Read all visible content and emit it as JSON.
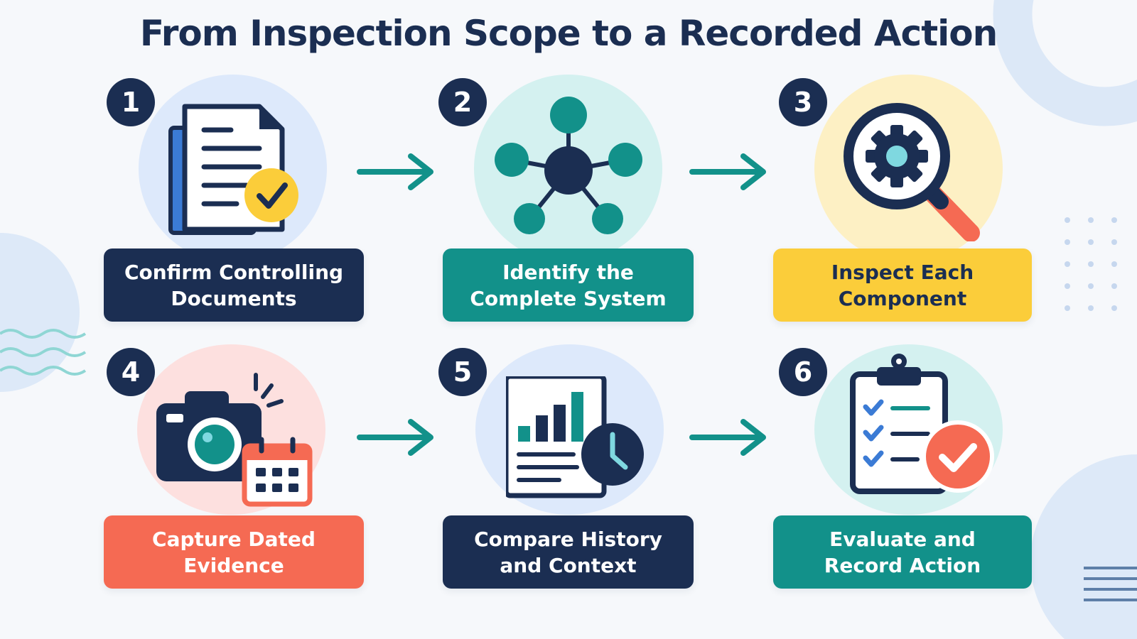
{
  "title": "From Inspection Scope to a Recorded Action",
  "steps": [
    {
      "number": "1",
      "line1": "Confirm Controlling",
      "line2": "Documents",
      "icon": "document-check-icon",
      "label_color": "#1b2e52",
      "text_color": "#ffffff"
    },
    {
      "number": "2",
      "line1": "Identify the",
      "line2": "Complete System",
      "icon": "network-nodes-icon",
      "label_color": "#12918a",
      "text_color": "#ffffff"
    },
    {
      "number": "3",
      "line1": "Inspect Each",
      "line2": "Component",
      "icon": "magnifier-gear-icon",
      "label_color": "#fbcd3a",
      "text_color": "#1b2e52"
    },
    {
      "number": "4",
      "line1": "Capture Dated",
      "line2": "Evidence",
      "icon": "camera-calendar-icon",
      "label_color": "#f56a53",
      "text_color": "#ffffff"
    },
    {
      "number": "5",
      "line1": "Compare History",
      "line2": "and Context",
      "icon": "report-clock-icon",
      "label_color": "#1b2e52",
      "text_color": "#ffffff"
    },
    {
      "number": "6",
      "line1": "Evaluate and",
      "line2": "Record Action",
      "icon": "clipboard-check-icon",
      "label_color": "#12918a",
      "text_color": "#ffffff"
    }
  ],
  "colors": {
    "navy": "#1b2e52",
    "teal": "#12918a",
    "yellow": "#fbcd3a",
    "coral": "#f56a53",
    "arrow": "#12918a"
  }
}
